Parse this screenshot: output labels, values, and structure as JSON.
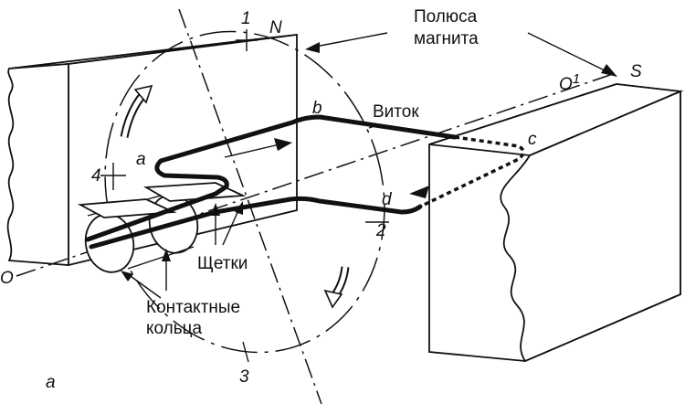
{
  "labels": {
    "pole_n": "N",
    "pole_s": "S",
    "poles_caption_line1": "Полюса",
    "poles_caption_line2": "магнита",
    "turn": "Виток",
    "brushes": "Щетки",
    "rings_line1": "Контактные",
    "rings_line2": "кольца",
    "axis_left": "O",
    "axis_right_letter": "O",
    "axis_right_sup": "1",
    "point_a": "a",
    "point_b": "b",
    "point_c": "c",
    "point_d": "d",
    "pos_1": "1",
    "pos_2": "2",
    "pos_3": "3",
    "pos_4": "4",
    "figure_letter": "a"
  }
}
